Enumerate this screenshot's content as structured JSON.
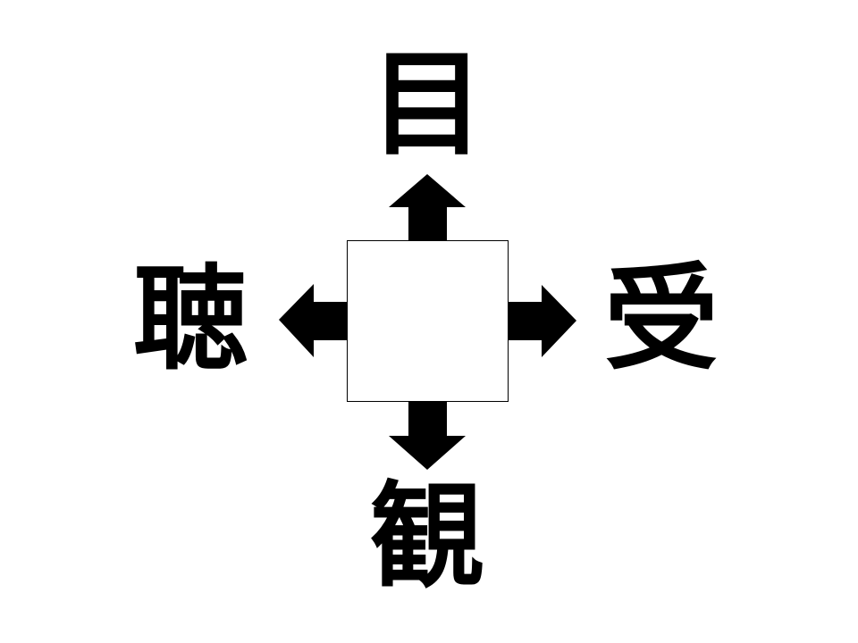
{
  "puzzle": {
    "top": "目",
    "left": "聴",
    "right": "受",
    "bottom": "観",
    "center": ""
  },
  "colors": {
    "ink": "#000000",
    "background": "#ffffff"
  }
}
